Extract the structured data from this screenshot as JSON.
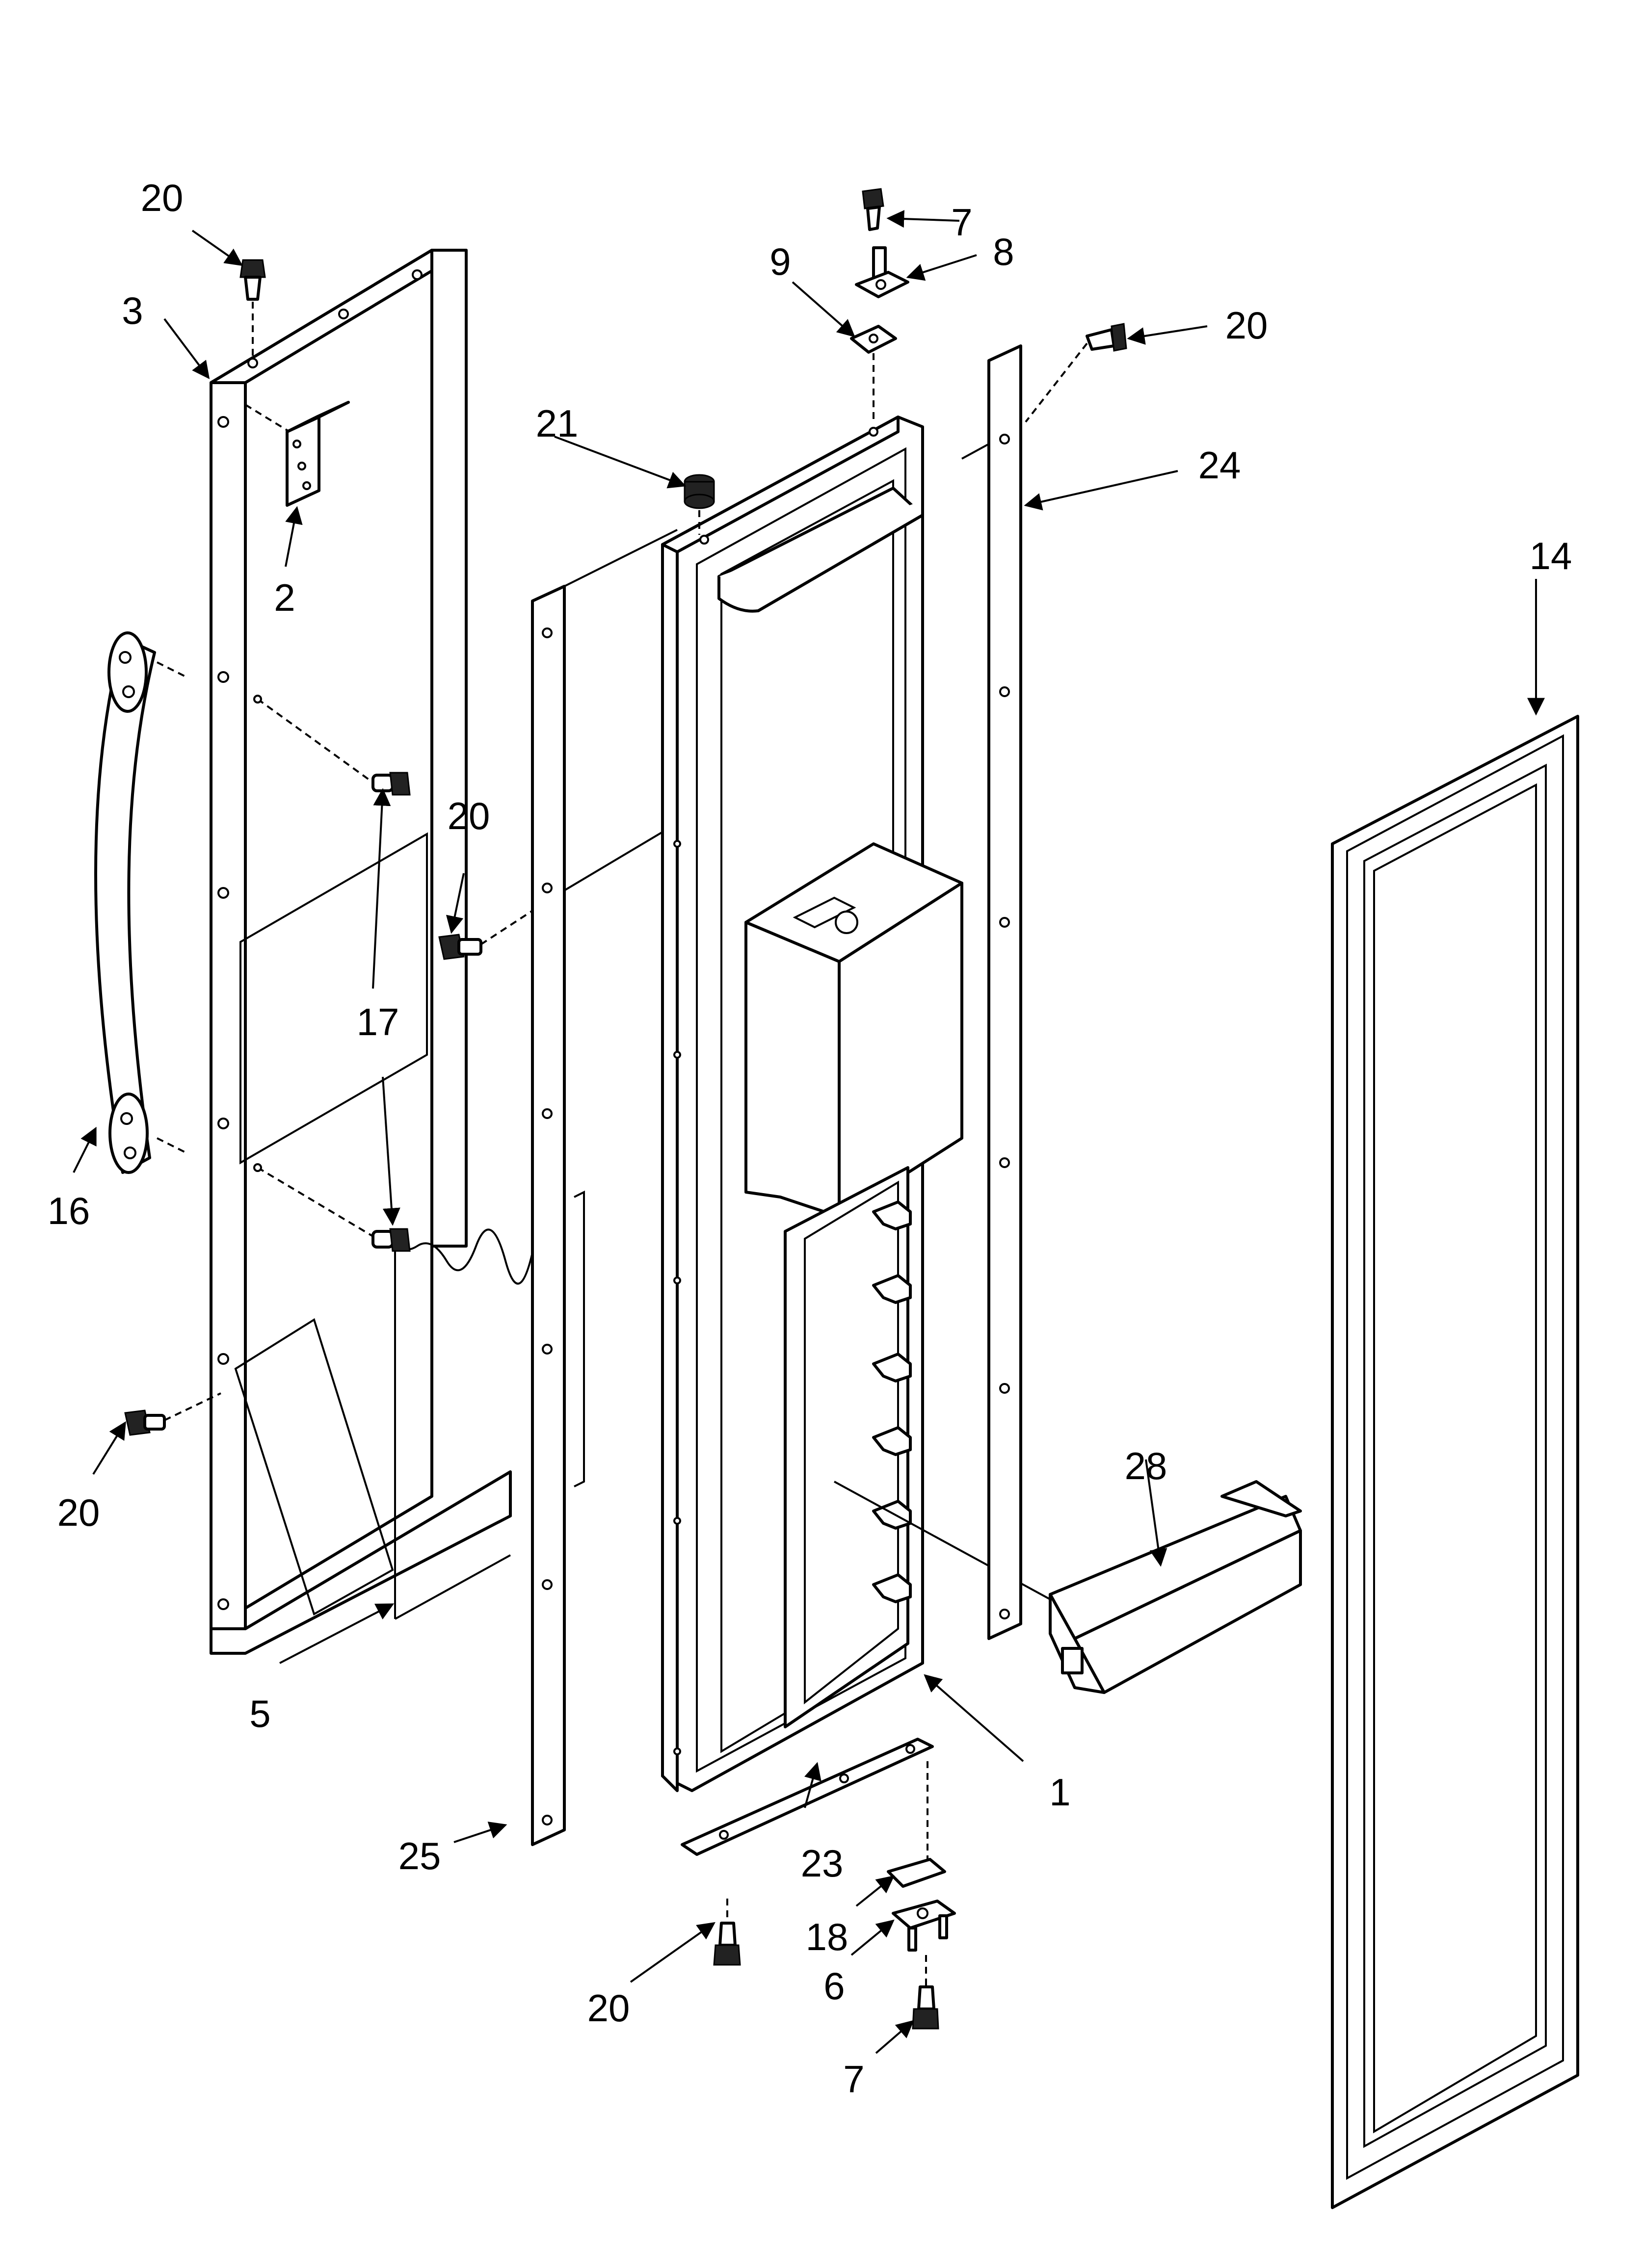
{
  "diagram": {
    "type": "exploded-parts-view",
    "callouts": {
      "c1": "1",
      "c2": "2",
      "c3": "3",
      "c5": "5",
      "c6": "6",
      "c7_top": "7",
      "c7_bottom": "7",
      "c8": "8",
      "c9": "9",
      "c14": "14",
      "c16": "16",
      "c17": "17",
      "c18": "18",
      "c20_topleft": "20",
      "c20_topright": "20",
      "c20_middle": "20",
      "c20_lowleft": "20",
      "c20_bottom": "20",
      "c21": "21",
      "c23": "23",
      "c24": "24",
      "c25": "25",
      "c28": "28"
    }
  }
}
